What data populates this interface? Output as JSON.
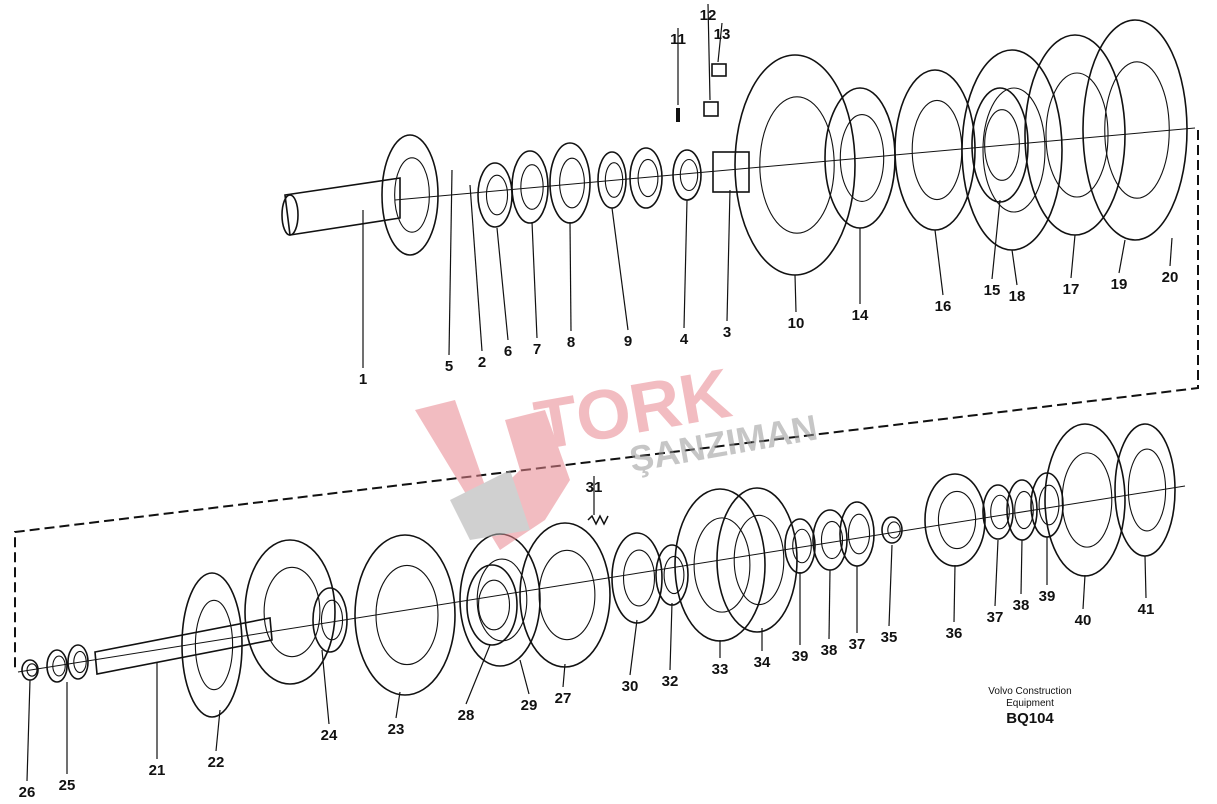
{
  "diagram": {
    "top_labels": [
      "1",
      "5",
      "2",
      "6",
      "7",
      "8",
      "9",
      "4",
      "3",
      "10",
      "14",
      "16",
      "15",
      "18",
      "17",
      "19",
      "20",
      "11",
      "12",
      "13"
    ],
    "bottom_labels": [
      "26",
      "25",
      "21",
      "22",
      "24",
      "23",
      "28",
      "29",
      "27",
      "30",
      "32",
      "33",
      "34",
      "39",
      "38",
      "37",
      "35",
      "36",
      "37",
      "38",
      "39",
      "40",
      "41",
      "31"
    ]
  },
  "footer": {
    "line1": "Volvo Construction",
    "line2": "Equipment",
    "code": "BQ104"
  },
  "watermark": {
    "brand": "TORK",
    "sub": "ŞANZIMAN",
    "color": "#e8878f"
  }
}
